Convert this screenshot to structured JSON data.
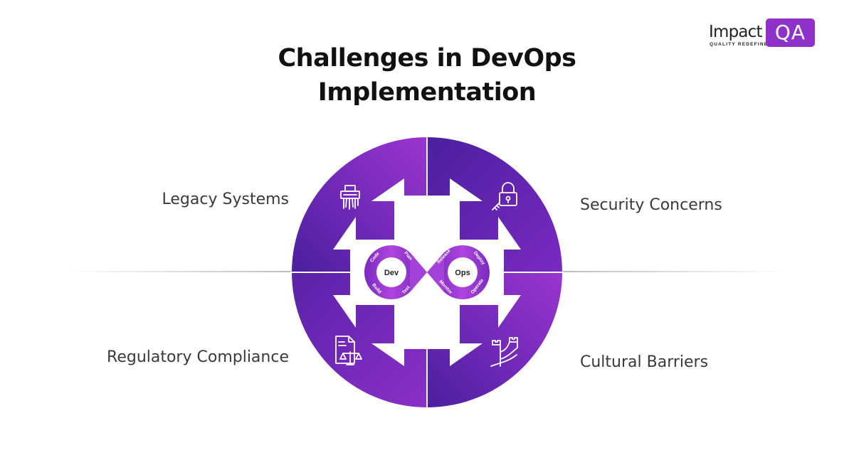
{
  "title": {
    "line1": "Challenges in DevOps",
    "line2": "Implementation"
  },
  "logo": {
    "word": "Impact",
    "badge": "QA",
    "tagline": "QUALITY REDEFINED"
  },
  "challenges": {
    "legacy": {
      "label": "Legacy Systems",
      "icon": "shredder-icon"
    },
    "security": {
      "label": "Security Concerns",
      "icon": "padlock-key-icon"
    },
    "regulatory": {
      "label": "Regulatory Compliance",
      "icon": "compliance-document-scales-icon"
    },
    "cultural": {
      "label": "Cultural Barriers",
      "icon": "great-wall-icon"
    }
  },
  "devops_loop": {
    "dev": "Dev",
    "ops": "Ops",
    "stages": {
      "code": "Code",
      "plan": "Plan",
      "build": "Build",
      "test": "Test",
      "release": "Release",
      "deploy": "Deploy",
      "monitor": "Monitor",
      "operate": "Operate"
    }
  },
  "colors": {
    "purple_dark": "#4b1fa0",
    "purple_light": "#9b35d1",
    "brand_accent": "#8e32c9"
  }
}
